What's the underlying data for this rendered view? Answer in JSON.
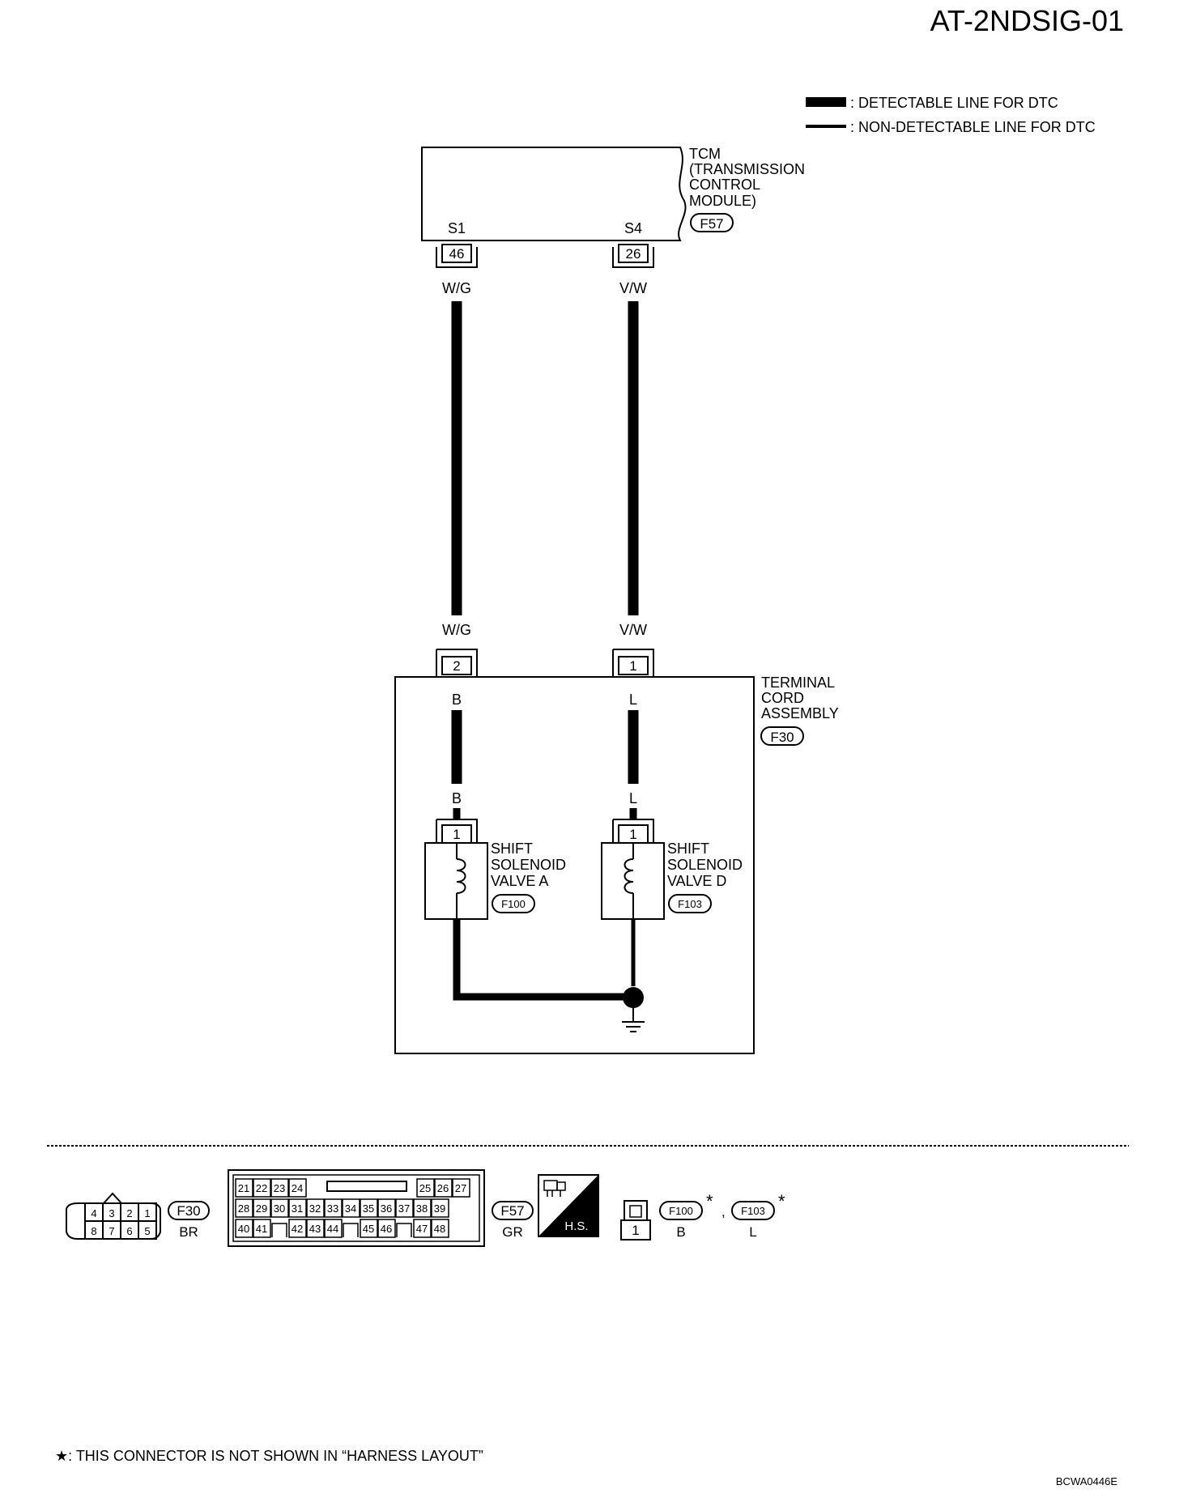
{
  "page_title": "AT-2NDSIG-01",
  "legend": {
    "detectable": ": DETECTABLE LINE FOR DTC",
    "non_detectable": ": NON-DETECTABLE LINE FOR DTC"
  },
  "tcm": {
    "name_lines": [
      "TCM",
      "(TRANSMISSION",
      "CONTROL",
      "MODULE)"
    ],
    "connector": "F57",
    "terminals": [
      {
        "signal": "S1",
        "pin": "46",
        "wire_color": "W/G"
      },
      {
        "signal": "S4",
        "pin": "26",
        "wire_color": "V/W"
      }
    ]
  },
  "wire_labels_lower": [
    "W/G",
    "V/W"
  ],
  "terminal_cord": {
    "name_lines": [
      "TERMINAL",
      "CORD",
      "ASSEMBLY"
    ],
    "connector": "F30",
    "pins": [
      "2",
      "1"
    ],
    "inner_colors": [
      "B",
      "L"
    ],
    "inner_colors_lower": [
      "B",
      "L"
    ]
  },
  "solenoids": [
    {
      "pin": "1",
      "name_lines": [
        "SHIFT",
        "SOLENOID",
        "VALVE A"
      ],
      "connector": "F100"
    },
    {
      "pin": "1",
      "name_lines": [
        "SHIFT",
        "SOLENOID",
        "VALVE D"
      ],
      "connector": "F103"
    }
  ],
  "connector_views": {
    "f30": {
      "id": "F30",
      "color": "BR",
      "top_row": [
        "4",
        "3",
        "2",
        "1"
      ],
      "bottom_row": [
        "8",
        "7",
        "6",
        "5"
      ]
    },
    "f57": {
      "id": "F57",
      "color": "GR",
      "row1_left": [
        "21",
        "22",
        "23",
        "24"
      ],
      "row1_right": [
        "25",
        "26",
        "27"
      ],
      "row2": [
        "28",
        "29",
        "30",
        "31",
        "32",
        "33",
        "34",
        "35",
        "36",
        "37",
        "38",
        "39"
      ],
      "row3_a": [
        "40",
        "41"
      ],
      "row3_b": [
        "42",
        "43",
        "44"
      ],
      "row3_c": [
        "45",
        "46"
      ],
      "row3_d": [
        "47",
        "48"
      ]
    },
    "hs_label": "H.S.",
    "single": {
      "pin": "1",
      "ids": [
        "F100",
        "F103"
      ],
      "colors": [
        "B",
        "L"
      ],
      "separator": ","
    }
  },
  "asterisk": "*",
  "footnote": "★: THIS CONNECTOR IS NOT SHOWN IN “HARNESS LAYOUT”",
  "figure_code": "BCWA0446E"
}
